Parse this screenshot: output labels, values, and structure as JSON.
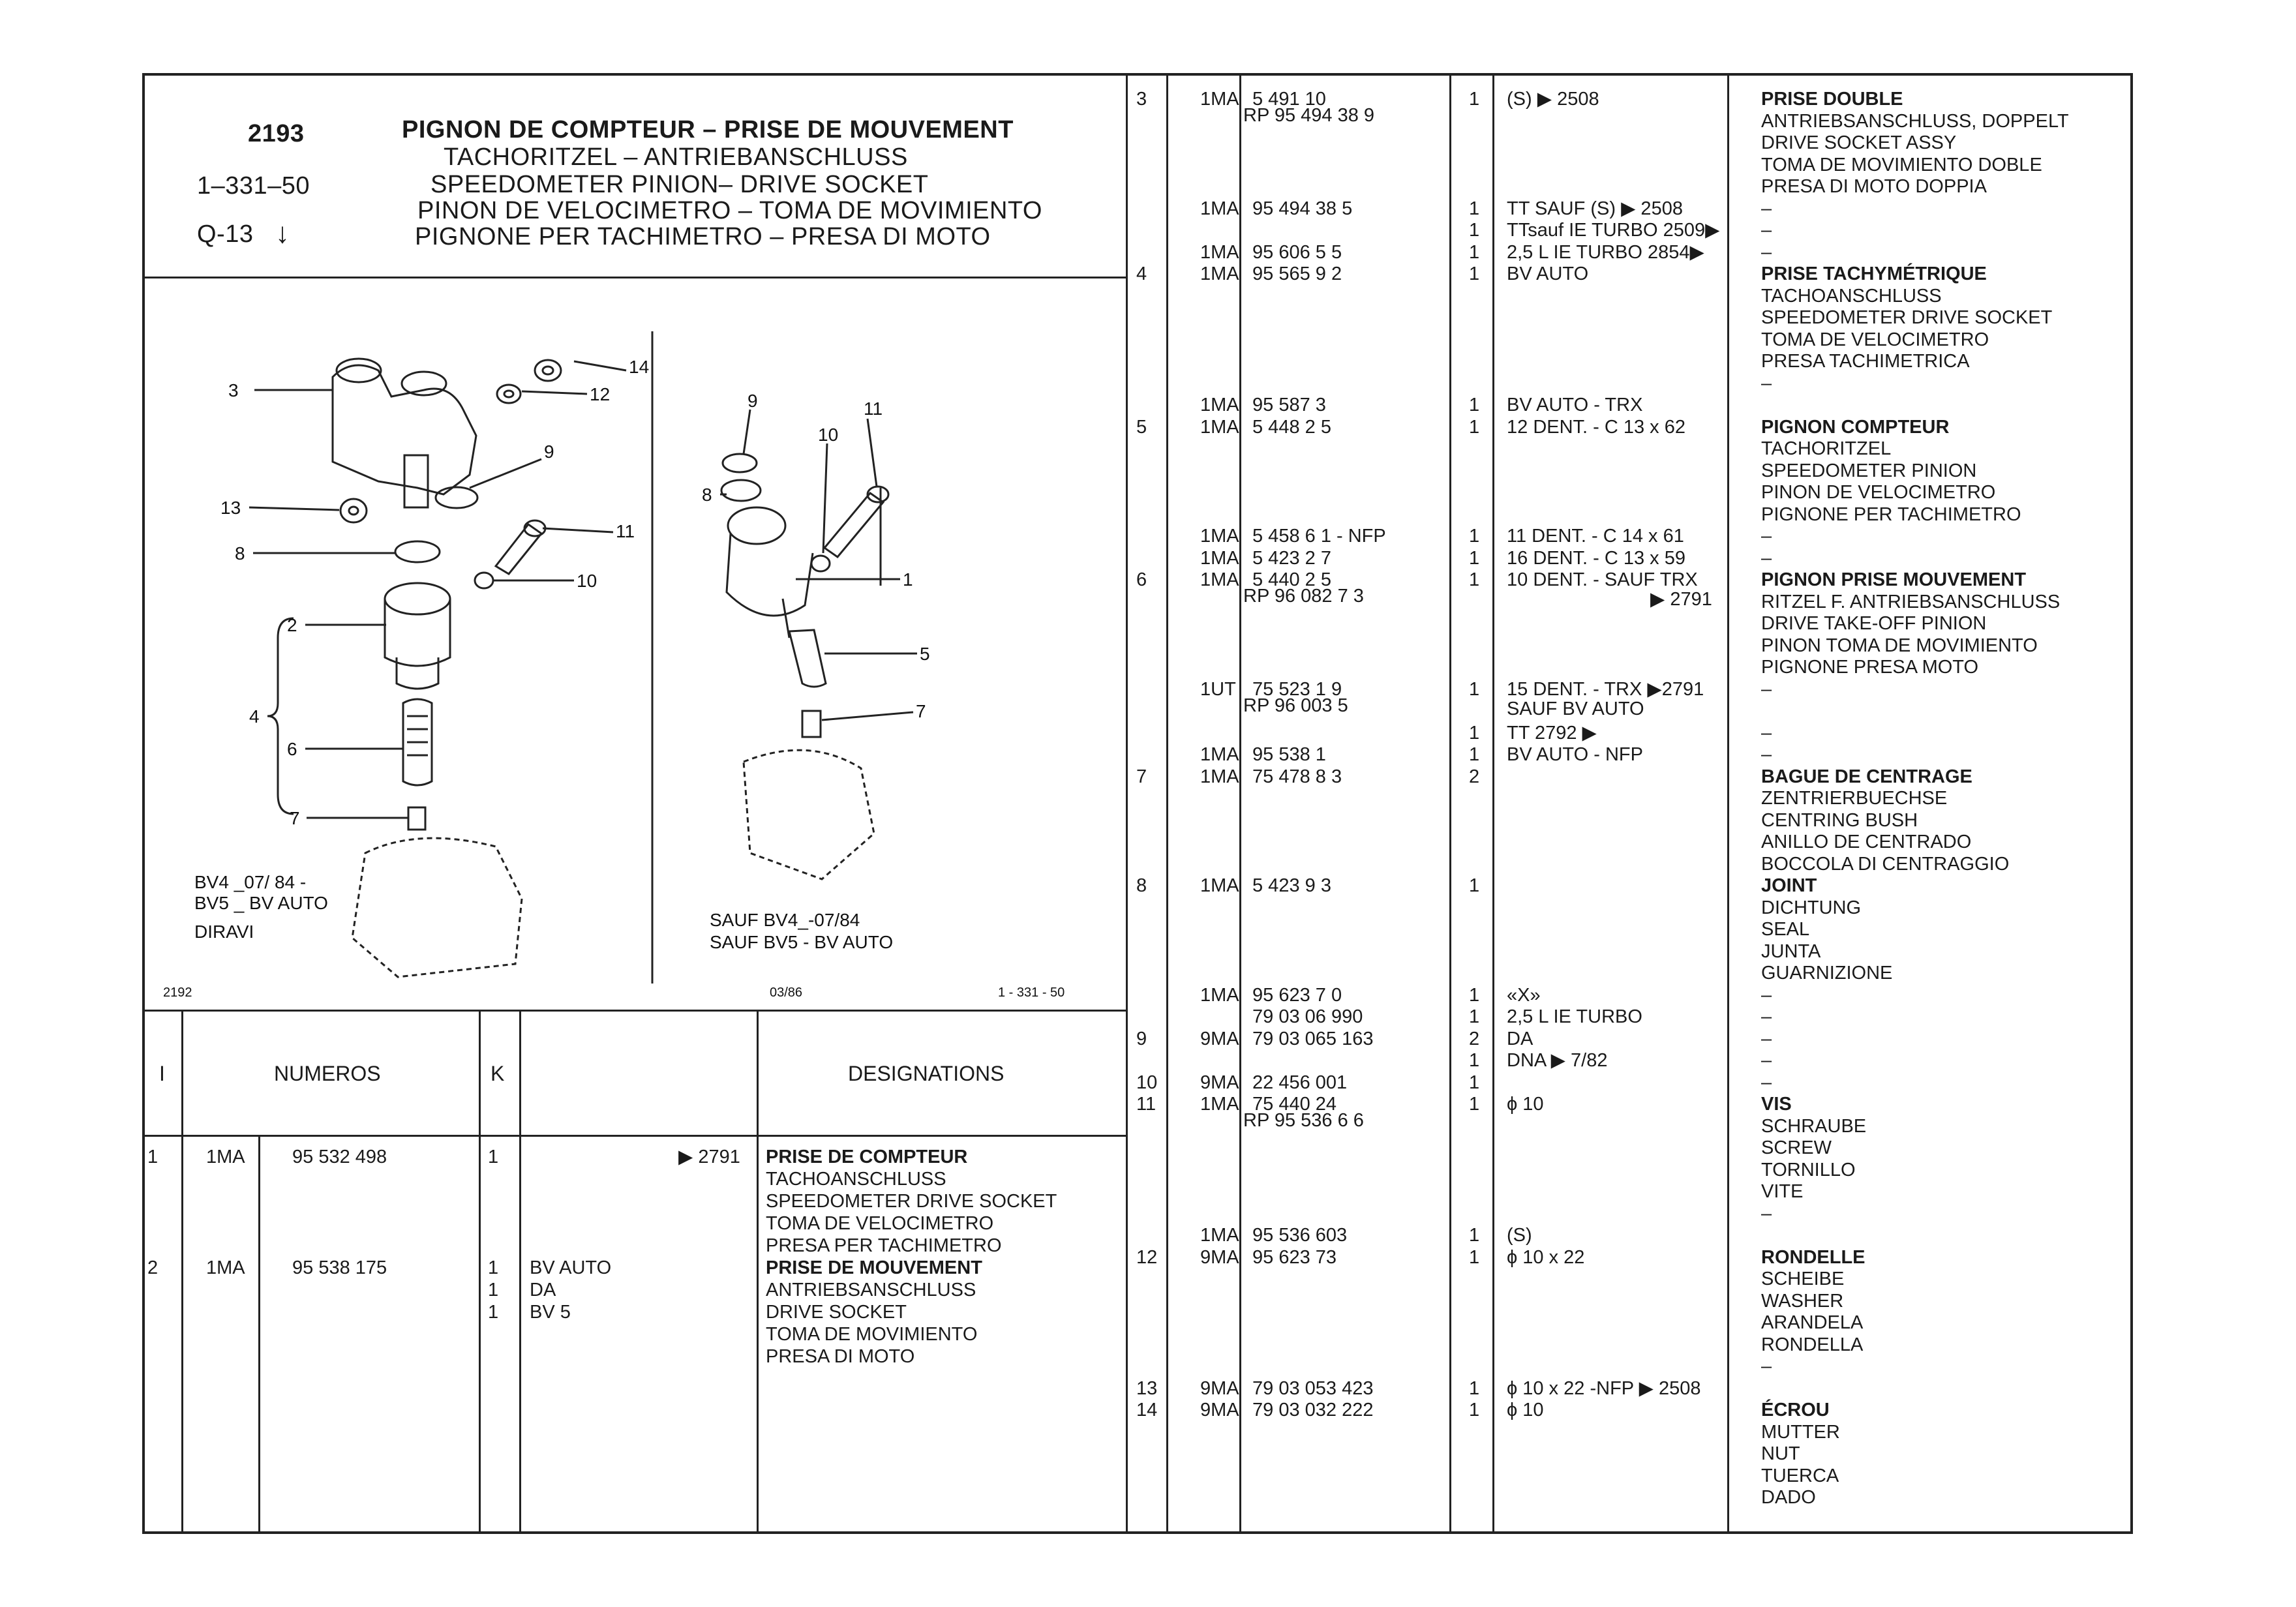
{
  "header": {
    "code": "2193",
    "ref1": "1–331–50",
    "ref2": "Q-13",
    "titles": [
      "PIGNON DE COMPTEUR – PRISE DE MOUVEMENT",
      "TACHORITZEL – ANTRIEBANSCHLUSS",
      "SPEEDOMETER PINION– DRIVE SOCKET",
      "PINON DE VELOCIMETRO – TOMA DE MOVIMIENTO",
      "PIGNONE PER TACHIMETRO – PRESA DI MOTO"
    ]
  },
  "diagram": {
    "callouts_left": [
      "3",
      "14",
      "12",
      "9",
      "13",
      "11",
      "8",
      "10",
      "2",
      "4",
      "6",
      "7"
    ],
    "callouts_right": [
      "9",
      "11",
      "10",
      "8",
      "1",
      "5",
      "7"
    ],
    "note_left": [
      "BV4 _07/ 84 -",
      "BV5 _ BV AUTO",
      "DIRAVI"
    ],
    "note_right": [
      "SAUF BV4_-07/84",
      "SAUF BV5  -  BV AUTO"
    ],
    "footer_left": "2192",
    "footer_mid": "03/86",
    "footer_right": "1 - 331 - 50"
  },
  "table_header": {
    "col_i": "I",
    "col_numeros": "NUMEROS",
    "col_k": "K",
    "col_designations": "DESIGNATIONS"
  },
  "left_rows": [
    {
      "i": "1",
      "pre": "1MA",
      "num": "95 532 498",
      "k": [
        "1"
      ],
      "notes": [
        "▶ 2791"
      ],
      "des": [
        "PRISE DE COMPTEUR",
        "TACHOANSCHLUSS",
        "SPEEDOMETER DRIVE SOCKET",
        "TOMA DE VELOCIMETRO",
        "PRESA PER TACHIMETRO"
      ]
    },
    {
      "i": "2",
      "pre": "1MA",
      "num": "95 538 175",
      "k": [
        "1",
        "1",
        "1"
      ],
      "notes": [
        "BV AUTO",
        "DA",
        "BV 5"
      ],
      "des": [
        "PRISE DE MOUVEMENT",
        "ANTRIEBSANSCHLUSS",
        "DRIVE SOCKET",
        "TOMA DE MOVIMIENTO",
        "PRESA DI MOTO"
      ]
    }
  ],
  "right_rows": [
    {
      "i": "3",
      "pre": "1MA",
      "num": "5 491 10",
      "rp": "RP 95 494 38 9",
      "k": "1",
      "note": "(S)                ▶ 2508",
      "des": [
        "PRISE DOUBLE",
        "ANTRIEBSANSCHLUSS, DOPPELT",
        "DRIVE SOCKET ASSY",
        "TOMA DE MOVIMIENTO DOBLE",
        "PRESA DI MOTO DOPPIA"
      ]
    },
    {
      "i": "",
      "pre": "1MA",
      "num": "95 494 38 5",
      "k": "1",
      "note": "TT SAUF (S)   ▶ 2508",
      "des": [
        "–"
      ]
    },
    {
      "i": "",
      "pre": "",
      "num": "",
      "k": "1",
      "note": "TTsauf IE TURBO 2509▶",
      "des": [
        "–"
      ]
    },
    {
      "i": "",
      "pre": "1MA",
      "num": "95 606 5 5",
      "k": "1",
      "note": "2,5 L IE TURBO  2854▶",
      "des": [
        "–"
      ]
    },
    {
      "i": "4",
      "pre": "1MA",
      "num": "95 565 9 2",
      "k": "1",
      "note": "BV AUTO",
      "des": [
        "PRISE TACHYMÉTRIQUE",
        "TACHOANSCHLUSS",
        "SPEEDOMETER DRIVE SOCKET",
        "TOMA DE VELOCIMETRO",
        "PRESA TACHIMETRICA",
        "–"
      ]
    },
    {
      "i": "",
      "pre": "1MA",
      "num": "95 587 3",
      "k": "1",
      "note": "BV AUTO - TRX",
      "des": []
    },
    {
      "i": "5",
      "pre": "1MA",
      "num": "5 448 2 5",
      "k": "1",
      "note": "12 DENT. - C 13 x 62",
      "des": [
        "PIGNON COMPTEUR",
        "TACHORITZEL",
        "SPEEDOMETER PINION",
        "PINON DE VELOCIMETRO",
        "PIGNONE PER TACHIMETRO"
      ]
    },
    {
      "i": "",
      "pre": "1MA",
      "num": "5 458 6 1 - NFP",
      "k": "1",
      "note": "11 DENT. - C 14 x 61",
      "des": [
        "–"
      ]
    },
    {
      "i": "",
      "pre": "1MA",
      "num": "5 423 2 7",
      "k": "1",
      "note": "16 DENT. - C 13 x 59",
      "des": [
        "–"
      ]
    },
    {
      "i": "6",
      "pre": "1MA",
      "num": "5 440 2 5",
      "rp": "RP 96 082 7 3",
      "k": "1",
      "note": "10 DENT. - SAUF TRX",
      "note2": "▶ 2791",
      "des": [
        "PIGNON PRISE MOUVEMENT",
        "RITZEL F. ANTRIEBSANSCHLUSS",
        "DRIVE TAKE-OFF PINION",
        "PINON TOMA DE MOVIMIENTO",
        "PIGNONE PRESA MOTO"
      ]
    },
    {
      "i": "",
      "pre": "1UT",
      "num": "75 523 1 9",
      "rp": "RP 96 003 5",
      "k": "1",
      "note": "15 DENT. - TRX ▶2791",
      "note2": "SAUF BV AUTO",
      "des": [
        "–"
      ]
    },
    {
      "i": "",
      "pre": "",
      "num": "",
      "k": "1",
      "note": "TT                2792 ▶",
      "des": [
        "–"
      ]
    },
    {
      "i": "",
      "pre": "1MA",
      "num": "95 538 1",
      "k": "1",
      "note": "BV AUTO - NFP",
      "des": [
        "–"
      ]
    },
    {
      "i": "7",
      "pre": "1MA",
      "num": "75 478 8 3",
      "k": "2",
      "note": "",
      "des": [
        "BAGUE DE CENTRAGE",
        "ZENTRIERBUECHSE",
        "CENTRING BUSH",
        "ANILLO DE CENTRADO",
        "BOCCOLA DI CENTRAGGIO"
      ]
    },
    {
      "i": "8",
      "pre": "1MA",
      "num": "5 423 9 3",
      "k": "1",
      "note": "",
      "des": [
        "JOINT",
        "DICHTUNG",
        "SEAL",
        "JUNTA",
        "GUARNIZIONE"
      ]
    },
    {
      "i": "",
      "pre": "1MA",
      "num": "95 623 7 0",
      "k": "1",
      "note": "«X»",
      "des": [
        "–"
      ]
    },
    {
      "i": "",
      "pre": "",
      "num": "79 03 06 990",
      "k": "1",
      "note": "2,5 L  IE TURBO",
      "des": [
        "–"
      ]
    },
    {
      "i": "9",
      "pre": "9MA",
      "num": "79 03 065 163",
      "k": "2",
      "note": "DA",
      "des": [
        "–"
      ]
    },
    {
      "i": "",
      "pre": "",
      "num": "",
      "k": "1",
      "note": "DNA              ▶ 7/82",
      "des": [
        "–"
      ]
    },
    {
      "i": "10",
      "pre": "9MA",
      "num": "22 456 001",
      "k": "1",
      "note": "",
      "des": [
        "–"
      ]
    },
    {
      "i": "11",
      "pre": "1MA",
      "num": "75 440 24",
      "rp": "RP 95 536 6 6",
      "k": "1",
      "note": "ϕ 10",
      "des": [
        "VIS",
        "SCHRAUBE",
        "SCREW",
        "TORNILLO",
        "VITE",
        "–"
      ]
    },
    {
      "i": "",
      "pre": "1MA",
      "num": "95 536 603",
      "k": "1",
      "note": "(S)",
      "des": []
    },
    {
      "i": "12",
      "pre": "9MA",
      "num": "95 623 73",
      "k": "1",
      "note": "ϕ 10 x 22",
      "des": [
        "RONDELLE",
        "SCHEIBE",
        "WASHER",
        "ARANDELA",
        "RONDELLA",
        "–"
      ]
    },
    {
      "i": "13",
      "pre": "9MA",
      "num": "79 03 053 423",
      "k": "1",
      "note": "ϕ 10 x 22 -NFP ▶ 2508",
      "des": []
    },
    {
      "i": "14",
      "pre": "9MA",
      "num": "79 03 032 222",
      "k": "1",
      "note": "ϕ 10",
      "des": [
        "ÉCROU",
        "MUTTER",
        "NUT",
        "TUERCA",
        "DADO"
      ]
    }
  ]
}
